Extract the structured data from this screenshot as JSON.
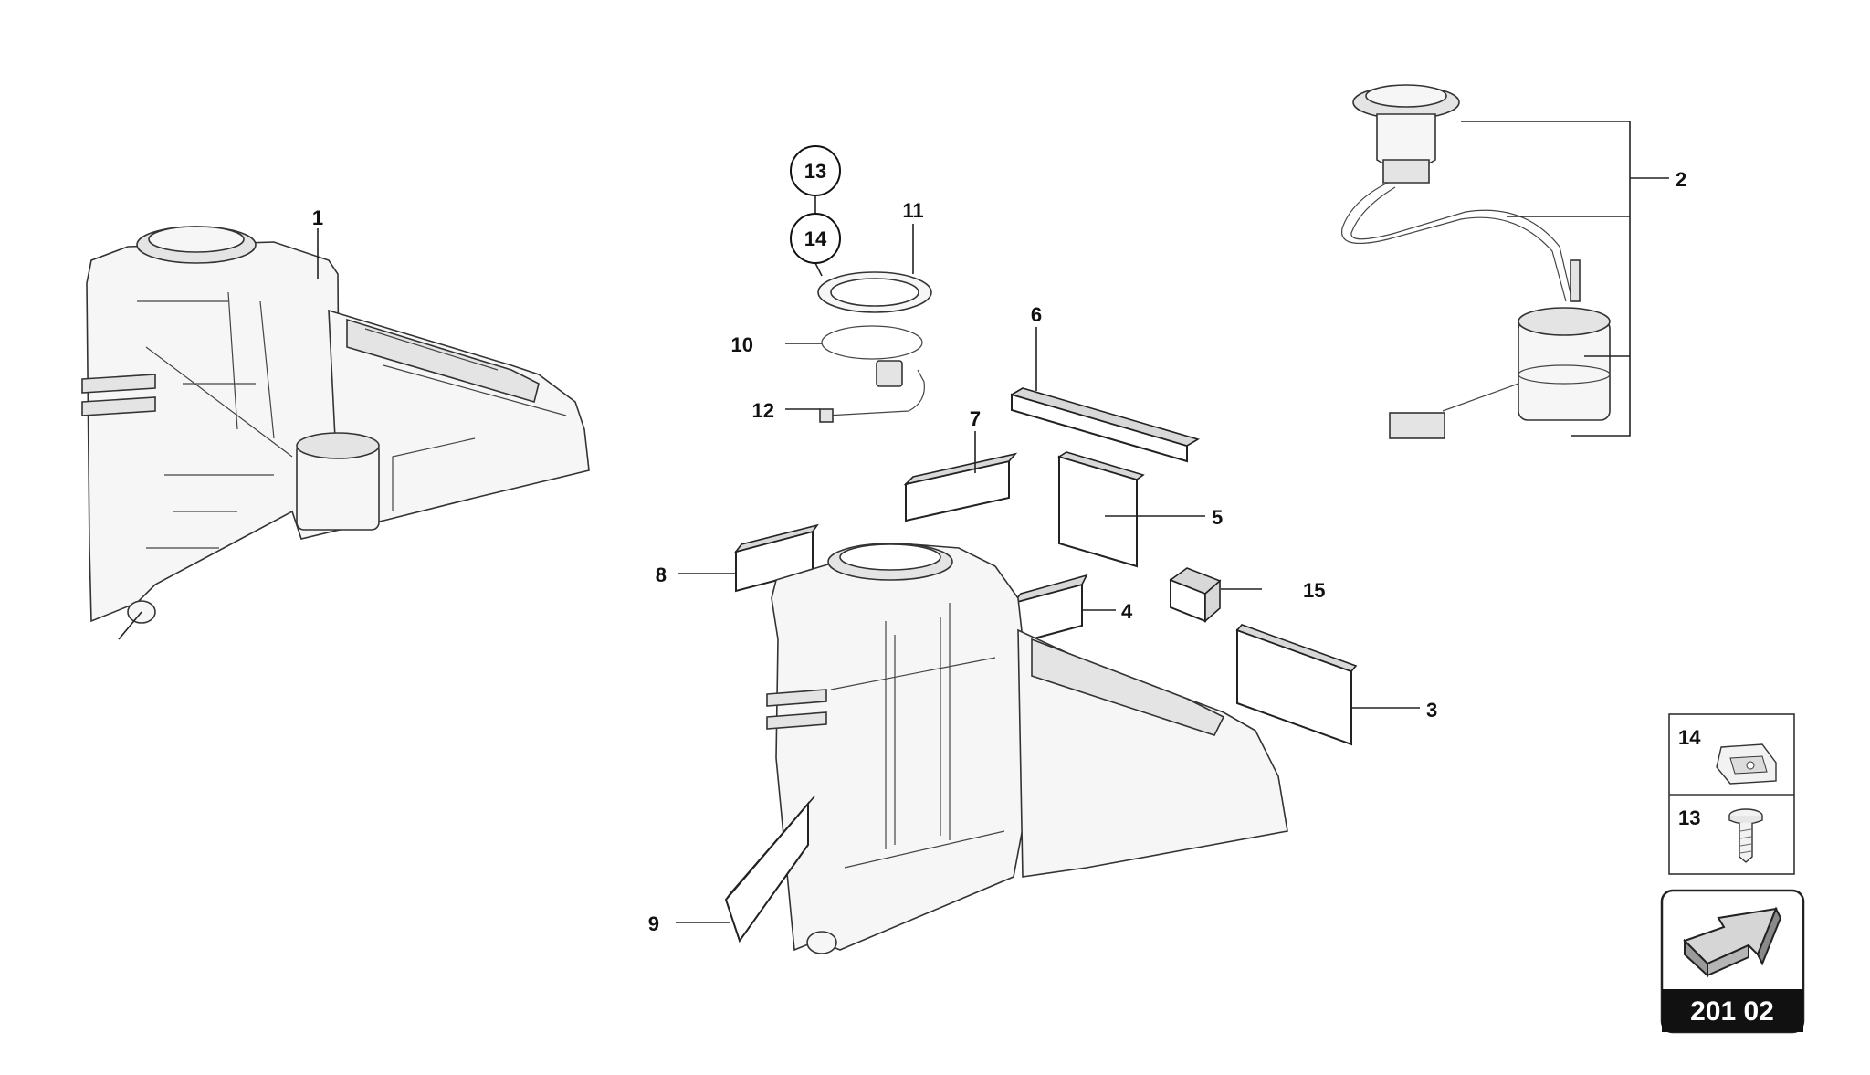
{
  "callouts": [
    {
      "id": "1",
      "label": "1"
    },
    {
      "id": "2",
      "label": "2"
    },
    {
      "id": "3",
      "label": "3"
    },
    {
      "id": "4",
      "label": "4"
    },
    {
      "id": "5",
      "label": "5"
    },
    {
      "id": "6",
      "label": "6"
    },
    {
      "id": "7",
      "label": "7"
    },
    {
      "id": "8",
      "label": "8"
    },
    {
      "id": "9",
      "label": "9"
    },
    {
      "id": "10",
      "label": "10"
    },
    {
      "id": "11",
      "label": "11"
    },
    {
      "id": "12",
      "label": "12"
    },
    {
      "id": "13",
      "label": "13"
    },
    {
      "id": "14",
      "label": "14"
    },
    {
      "id": "15",
      "label": "15"
    }
  ],
  "legend": {
    "item_14": "14",
    "item_13": "13"
  },
  "reference": {
    "code": "201 02"
  }
}
